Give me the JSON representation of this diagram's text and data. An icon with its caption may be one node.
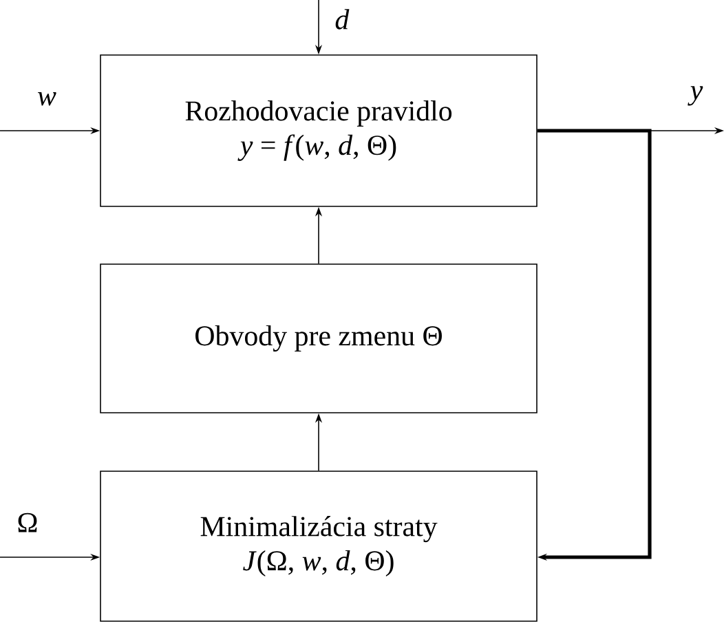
{
  "diagram": {
    "nodes": [
      {
        "text": [
          "Rozhodovacie pravidlo",
          "*y* = *f*(*w*, *d*, Θ)"
        ]
      },
      {
        "text": [
          "Obvody pre zmenu Θ"
        ]
      },
      {
        "text": [
          "Minimalizácia straty",
          "*J*(Ω, *w*, *d*, Θ)"
        ]
      }
    ],
    "edges": [
      {
        "from": null,
        "to": 0,
        "arrow": "to",
        "label": "d"
      },
      {
        "from": null,
        "to": 0,
        "arrow": "to",
        "label": "w"
      },
      {
        "from": 0,
        "to": null,
        "arrow": "to",
        "label": "y"
      },
      {
        "from": 0,
        "to": 2,
        "arrow": "to",
        "style": "thick"
      },
      {
        "from": 2,
        "to": 1,
        "arrow": "to"
      },
      {
        "from": 1,
        "to": 0,
        "arrow": "to"
      },
      {
        "from": null,
        "to": 2,
        "arrow": "to",
        "label": "Ω"
      }
    ]
  }
}
